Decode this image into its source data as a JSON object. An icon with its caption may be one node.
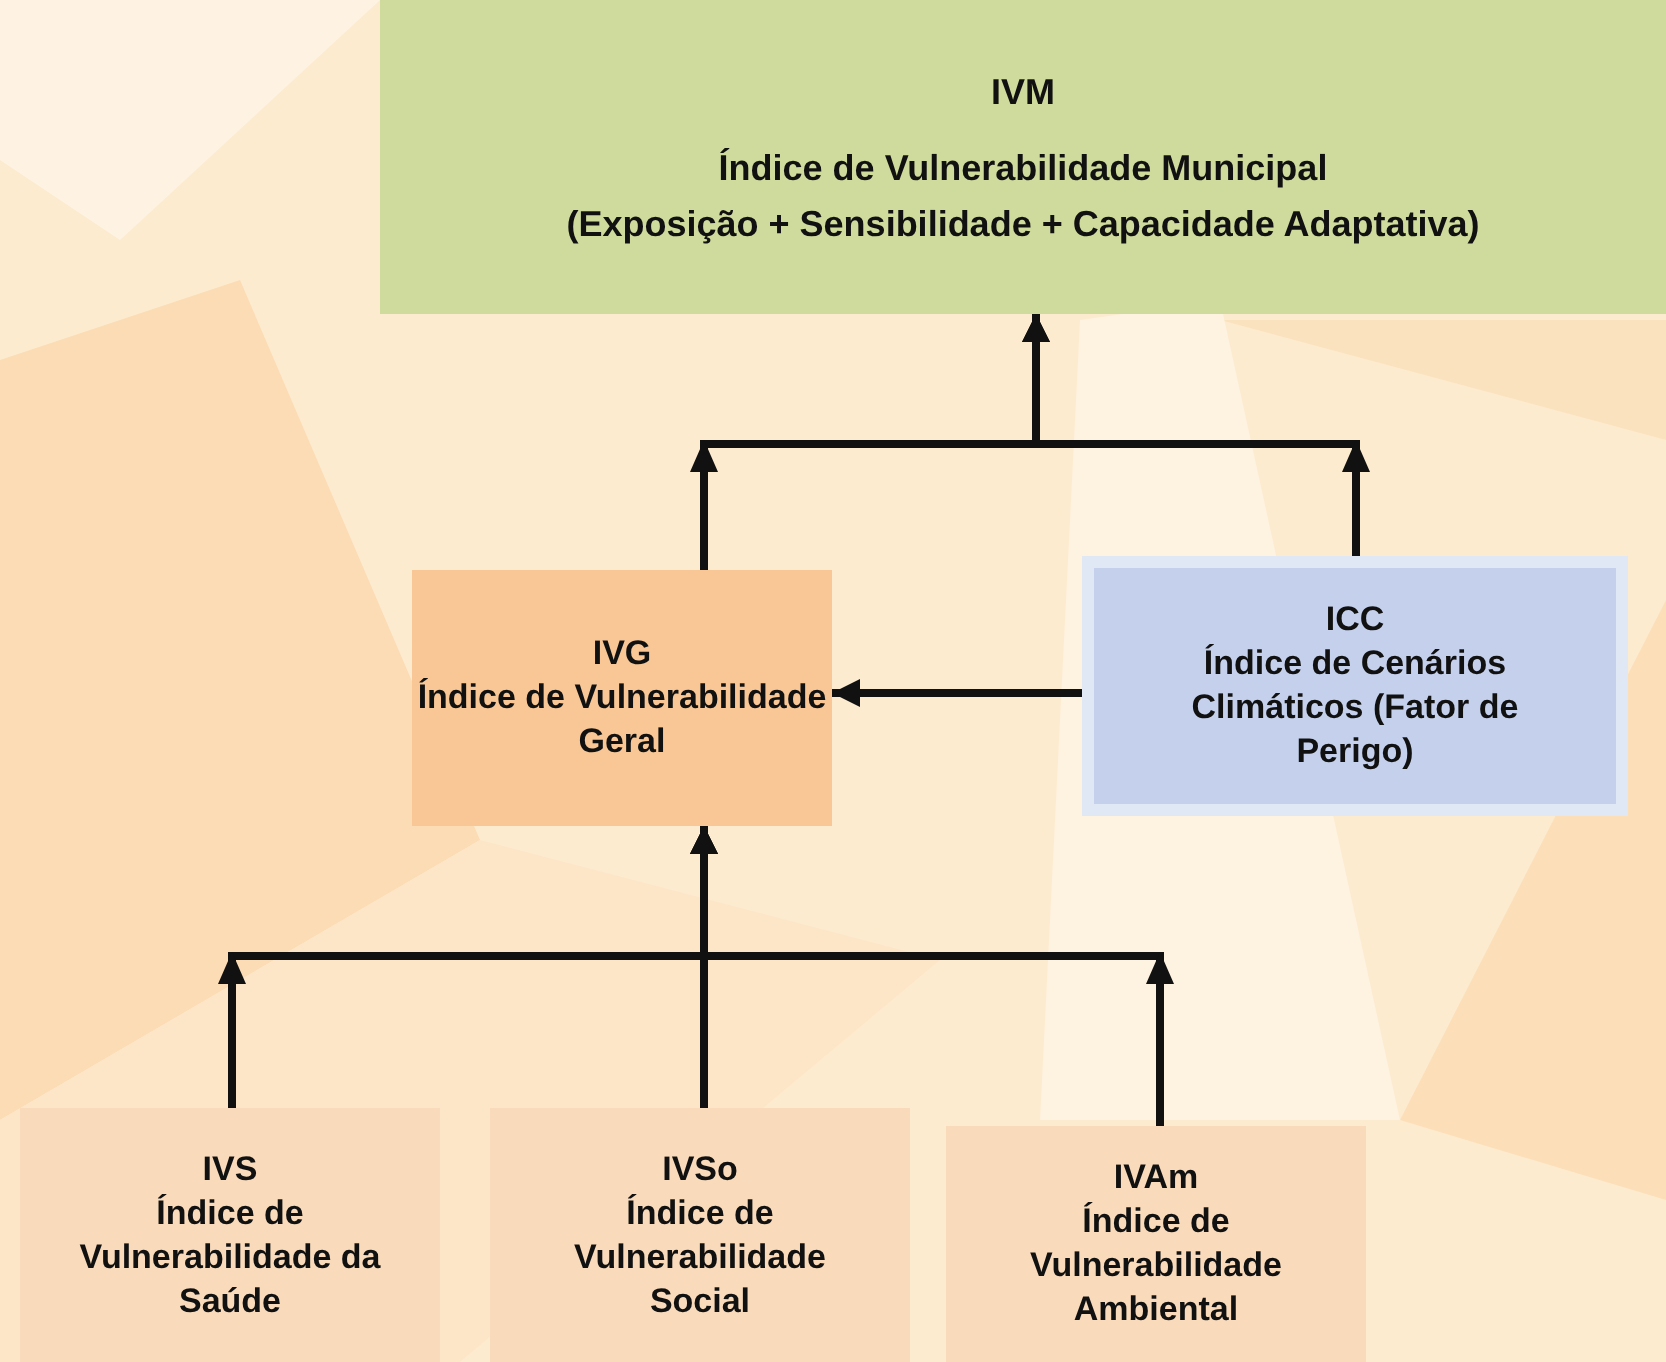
{
  "diagram": {
    "nodes": [
      {
        "text": [
          "IVM",
          "Índice de Vulnerabilidade Municipal",
          "(Exposição + Sensibilidade + Capacidade Adaptativa)"
        ]
      },
      {
        "text": [
          "IVG",
          "Índice de Vulnerabilidade Geral"
        ]
      },
      {
        "text": [
          "ICC",
          "Índice de Cenários Climáticos (Fator de Perigo)"
        ]
      },
      {
        "text": [
          "IVS",
          "Índice de Vulnerabilidade da Saúde"
        ]
      },
      {
        "text": [
          "IVSo",
          "Índice de Vulnerabilidade Social"
        ]
      },
      {
        "text": [
          "IVAm",
          "Índice de Vulnerabilidade Ambiental"
        ]
      }
    ],
    "edges": [
      {
        "from": 1,
        "to": 0,
        "arrow": "to"
      },
      {
        "from": 2,
        "to": 0,
        "arrow": "to"
      },
      {
        "from": 2,
        "to": 1,
        "arrow": "to"
      },
      {
        "from": 3,
        "to": 1,
        "arrow": "to"
      },
      {
        "from": 4,
        "to": 1,
        "arrow": "to"
      },
      {
        "from": 5,
        "to": 1,
        "arrow": "to"
      }
    ]
  }
}
